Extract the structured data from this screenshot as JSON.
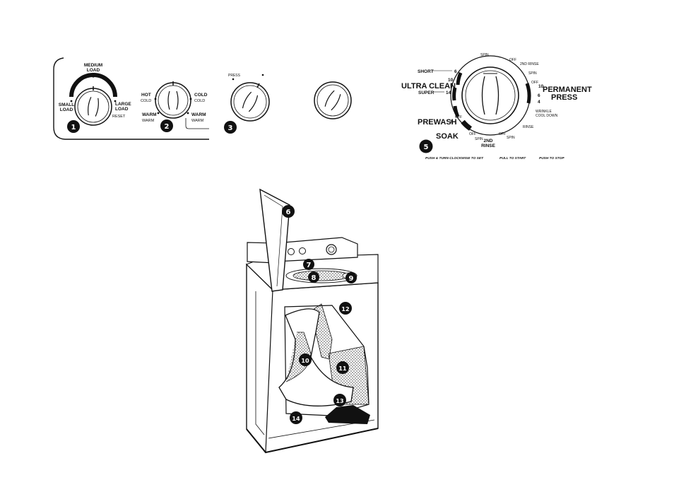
{
  "control_panel_left": {
    "knob1": {
      "number": "1",
      "top_label": [
        "MEDIUM",
        "LOAD"
      ],
      "left_label": [
        "SMALL",
        "LOAD"
      ],
      "right_label": [
        "LARGE",
        "LOAD"
      ],
      "reset_label": "RESET"
    },
    "knob2": {
      "number": "2",
      "hot_label": [
        "HOT",
        "COLD"
      ],
      "cold_label": [
        "COLD",
        "COLD"
      ],
      "warm_left_label": [
        "WARM",
        "WARM"
      ],
      "warm_right_label": [
        "WARM",
        "WARM"
      ]
    },
    "knob3": {
      "number": "3",
      "top_label": "PRESS"
    },
    "knob4": {}
  },
  "timer_dial": {
    "number": "5",
    "short_label": "SHORT",
    "ultra_clean_label": "ULTRA CLEAN",
    "super_label": "SUPER",
    "prewash_label": "PREWASH",
    "soak_label": "SOAK",
    "permanent_press_label": [
      "PERMANENT",
      "PRESS"
    ],
    "second_rinse_top": "2ND RINSE",
    "second_rinse_bottom": [
      "2ND",
      "RINSE"
    ],
    "spin_labels": [
      "SPIN",
      "SPIN",
      "SPIN",
      "SPIN"
    ],
    "off_labels": [
      "OFF",
      "OFF",
      "OFF",
      "OFF",
      "OFF"
    ],
    "rinse_label": "RINSE",
    "cool_down_label": [
      "WRINKLE",
      "COOL DOWN"
    ],
    "number_labels": [
      "6",
      "10",
      "14",
      "4",
      "10",
      "6",
      "4"
    ],
    "instructions": [
      "PUSH & TURN CLOCKWISE TO SET",
      "PULL TO START",
      "PUSH TO STOP"
    ]
  },
  "washer_callouts": [
    "6",
    "7",
    "8",
    "9",
    "10",
    "11",
    "12",
    "13",
    "14"
  ],
  "colors": {
    "ink": "#111111",
    "paper": "#ffffff",
    "shade": "#cfcfcf"
  }
}
